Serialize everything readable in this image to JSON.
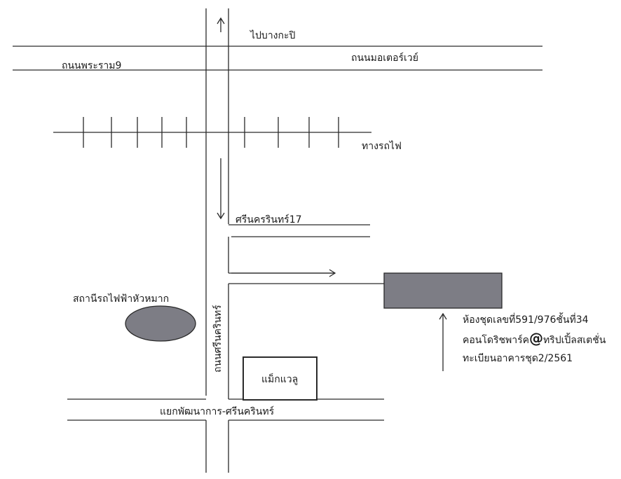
{
  "labels": {
    "to_bangkapi": "ไปบางกะปิ",
    "motorway": "ถนนมอเตอร์เวย์",
    "rama9": "ถนนพระราม9",
    "railway": "ทางรถไฟ",
    "srinakarin17": "ศรีนครรินทร์17",
    "hua_mak_station": "สถานีรถไฟฟ้าหัวหมาก",
    "srinakarin_road": "ถนนศรีนครินทร์",
    "makro": "แม็กแวลู",
    "intersection": "แยกพัฒนาการ-ศรีนครินทร์"
  },
  "destination": {
    "line1": "ห้องชุดเลขที่591/976ชั้นที่34",
    "line2_prefix": "คอนโดริชพาร์ค",
    "line2_at": "@",
    "line2_suffix": "ทริปเปิ้ลสเตชั่น",
    "line3": "ทะเบียนอาคารชุด2/2561"
  },
  "colors": {
    "line": "#2a2a2a",
    "fill": "#7d7d85"
  }
}
